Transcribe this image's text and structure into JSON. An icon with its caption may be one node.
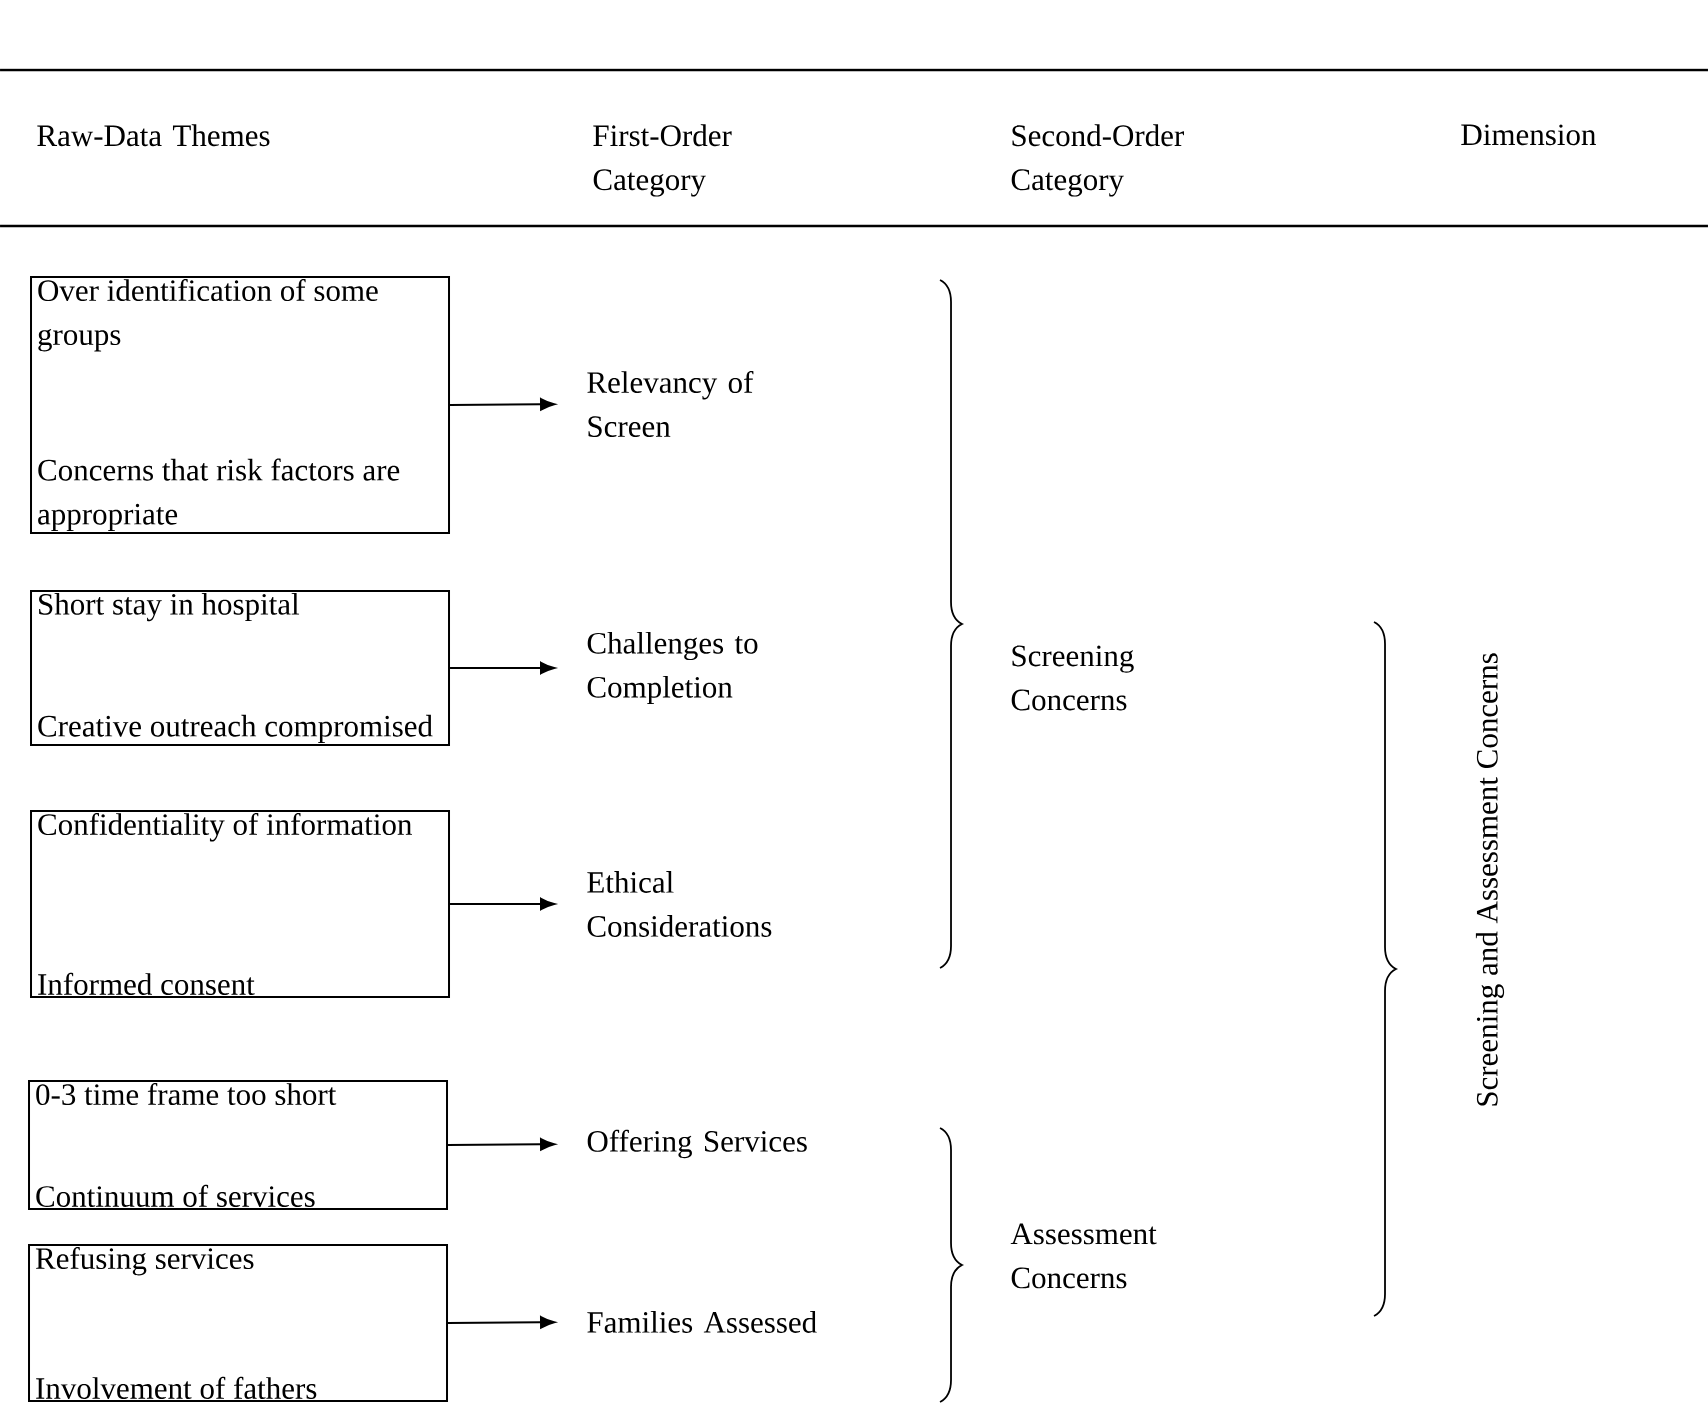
{
  "diagram": {
    "nodes": [
      {
        "text": [
          "Over identification of some groups",
          "Concerns that risk factors are appropriate"
        ]
      },
      {
        "text": [
          "Relevancy of Screen"
        ]
      },
      {
        "text": [
          "Short stay in hospital",
          "Creative outreach compromised"
        ]
      },
      {
        "text": [
          "Challenges to Completion"
        ]
      },
      {
        "text": [
          "Confidentiality of information",
          "Informed consent"
        ]
      },
      {
        "text": [
          "Ethical Considerations"
        ]
      },
      {
        "text": [
          "0-3 time frame too short",
          "Continuum of services"
        ]
      },
      {
        "text": [
          "Offering Services"
        ]
      },
      {
        "text": [
          "Refusing services",
          "Involvement of fathers"
        ]
      },
      {
        "text": [
          "Families Assessed"
        ]
      }
    ],
    "edges": [
      {
        "from": 0,
        "to": 1,
        "arrow": "to"
      },
      {
        "from": 2,
        "to": 3,
        "arrow": "to"
      },
      {
        "from": 4,
        "to": 5,
        "arrow": "to"
      },
      {
        "from": 6,
        "to": 7,
        "arrow": "to"
      },
      {
        "from": 8,
        "to": 9,
        "arrow": "to"
      }
    ],
    "labels": [
      "Raw-Data Themes",
      "First-Order Category",
      "Second-Order Category",
      "Dimension",
      "Screening Concerns",
      "Assessment Concerns",
      "Screening and Assessment Concerns"
    ]
  }
}
